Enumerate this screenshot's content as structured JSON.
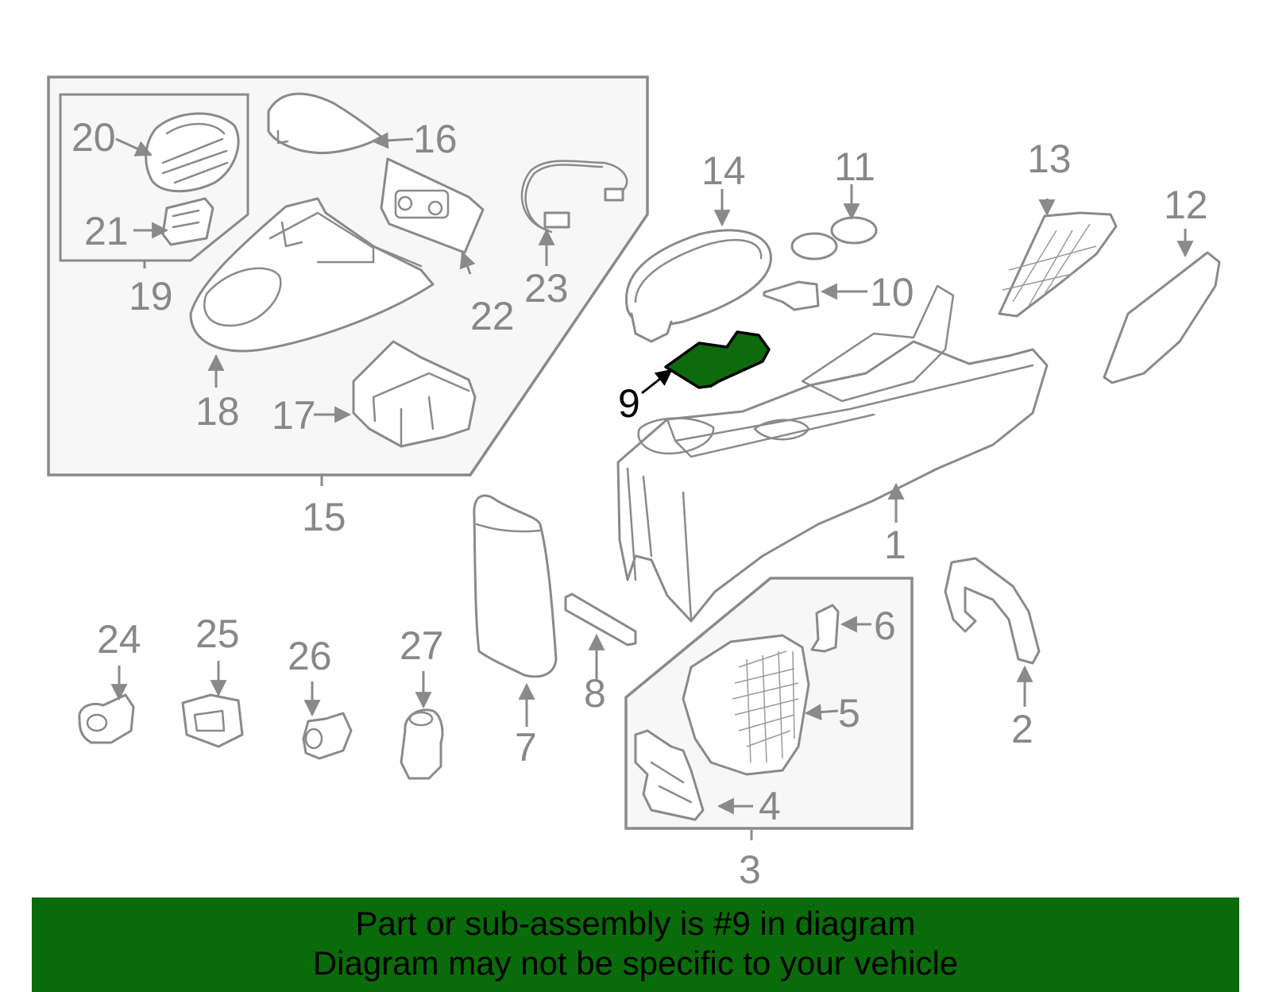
{
  "highlighted_part": "9",
  "colors": {
    "highlight": "#0d6b0d",
    "banner": "#0a6b0a",
    "outline": "#8a8a8a"
  },
  "callouts": {
    "c1": "1",
    "c2": "2",
    "c3": "3",
    "c4": "4",
    "c5": "5",
    "c6": "6",
    "c7": "7",
    "c8": "8",
    "c9": "9",
    "c10": "10",
    "c11": "11",
    "c12": "12",
    "c13": "13",
    "c14": "14",
    "c15": "15",
    "c16": "16",
    "c17": "17",
    "c18": "18",
    "c19": "19",
    "c20": "20",
    "c21": "21",
    "c22": "22",
    "c23": "23",
    "c24": "24",
    "c25": "25",
    "c26": "26",
    "c27": "27"
  },
  "banner": {
    "line1": "Part or sub-assembly is #9 in diagram",
    "line2": "Diagram may not be specific to your vehicle"
  }
}
